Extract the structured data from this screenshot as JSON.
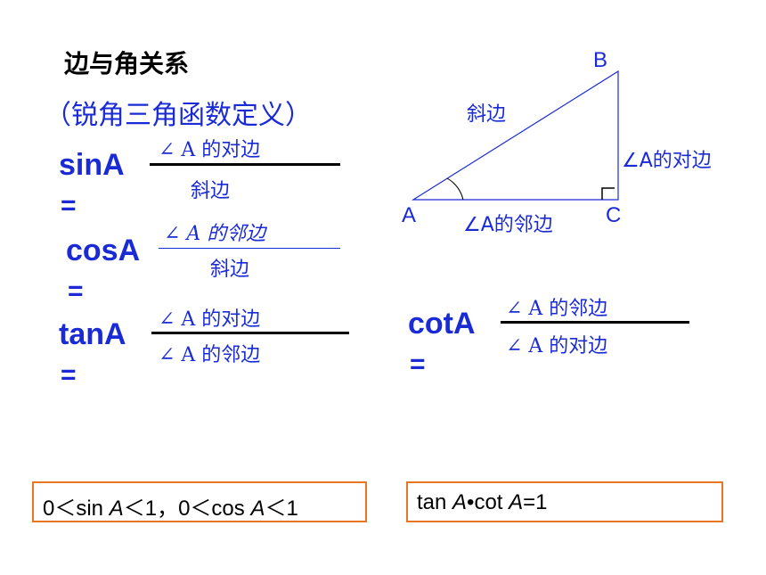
{
  "title": "边与角关系",
  "subtitle": "（锐角三角函数定义）",
  "sin": {
    "name": "sinA",
    "eq": "=",
    "numerator": "∠ A 的对边",
    "denominator": "斜边"
  },
  "cos": {
    "name": "cosA",
    "eq": "=",
    "numerator": "∠ A 的邻边",
    "denominator": "斜边"
  },
  "tan": {
    "name": "tanA",
    "eq": "=",
    "numerator": "∠ A 的对边",
    "denominator": "∠ A 的邻边"
  },
  "cot": {
    "name": "cotA",
    "eq": "=",
    "numerator": "∠ A 的邻边",
    "denominator": "∠ A 的对边"
  },
  "triangle": {
    "vertex_a": "A",
    "vertex_b": "B",
    "vertex_c": "C",
    "hypotenuse": "斜边",
    "opposite": "∠A的对边",
    "adjacent": "∠A的邻边",
    "line_color": "#1a2bd6"
  },
  "box_range": {
    "p1": "0＜sin ",
    "i1": "A",
    "p2": "＜1，0＜cos ",
    "i2": "A",
    "p3": "＜1"
  },
  "box_identity": {
    "p1": "tan ",
    "i1": "A",
    "p2": "•cot ",
    "i2": "A",
    "p3": "=1"
  },
  "colors": {
    "text_blue": "#1a2bd6",
    "box_border": "#e87722"
  }
}
